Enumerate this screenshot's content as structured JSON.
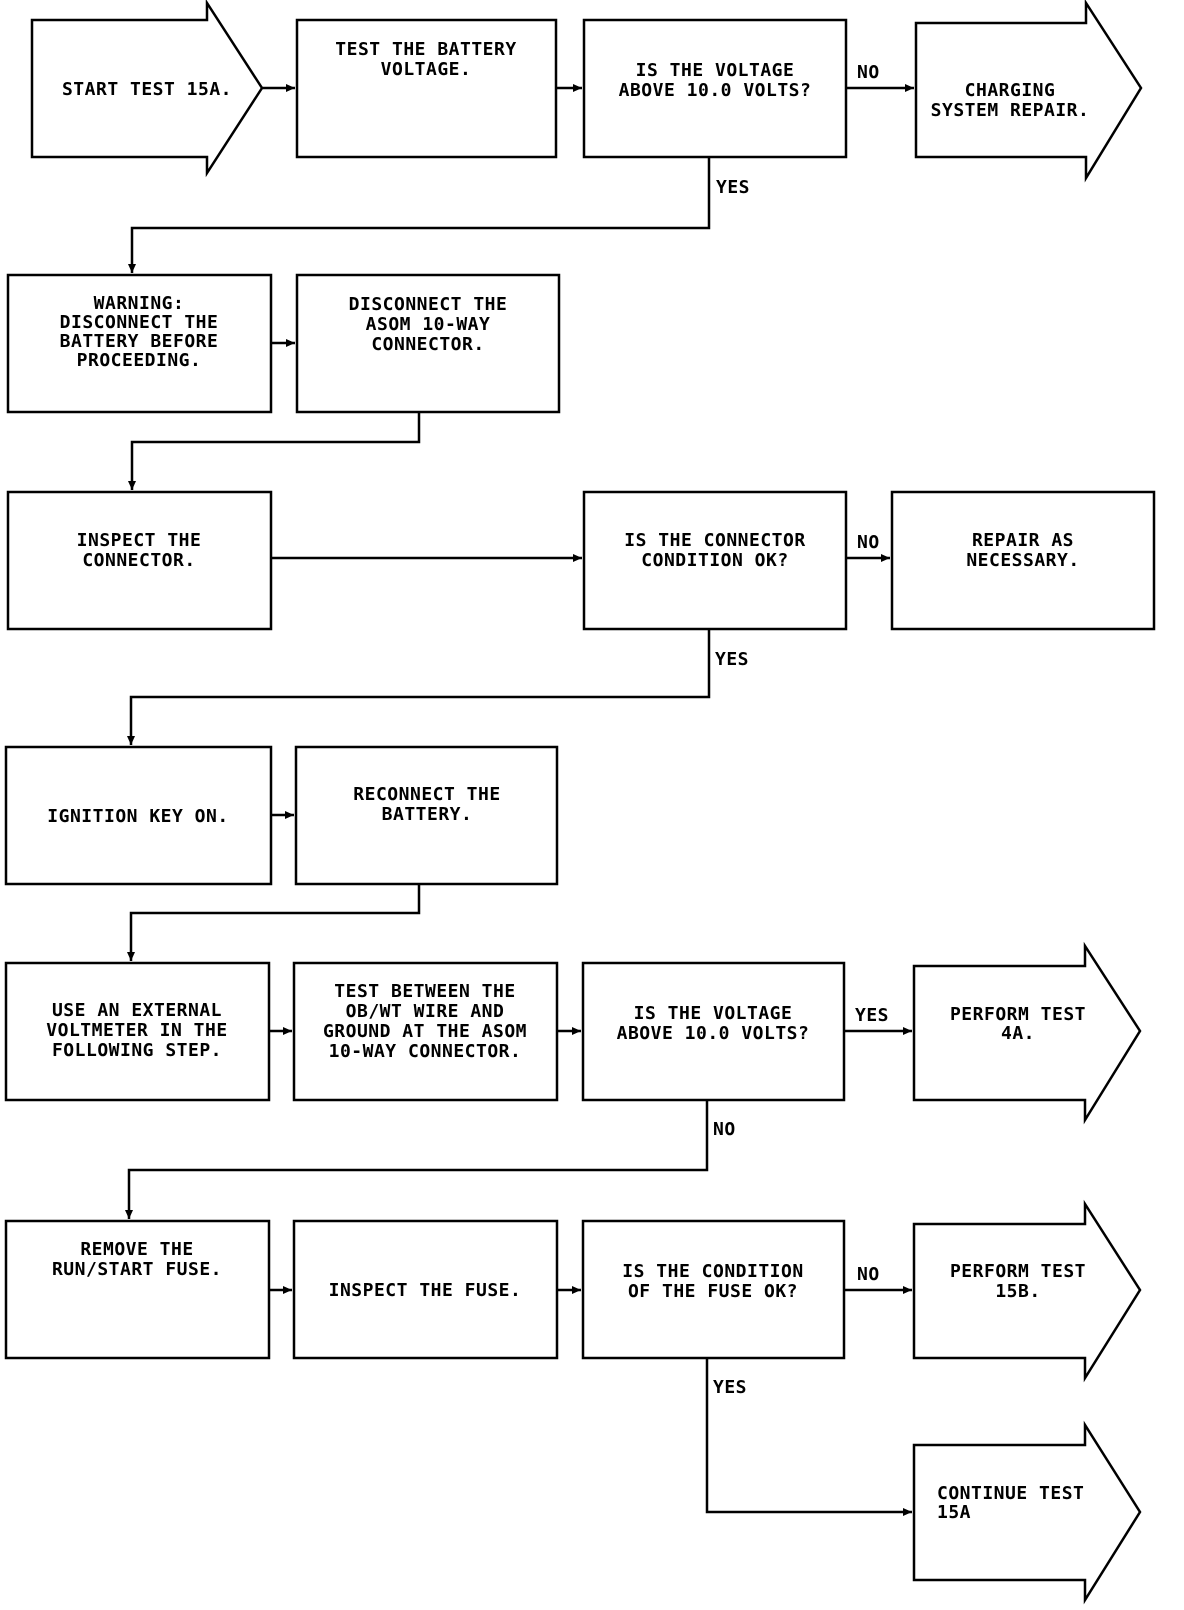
{
  "nodes": {
    "start": [
      "START TEST 15A."
    ],
    "test_battery": [
      "TEST THE BATTERY",
      "VOLTAGE."
    ],
    "decision_voltage_1": [
      "IS THE VOLTAGE",
      "ABOVE 10.0 VOLTS?"
    ],
    "charging_repair": [
      "CHARGING",
      "SYSTEM REPAIR."
    ],
    "warning": [
      "WARNING:",
      "DISCONNECT THE",
      "BATTERY BEFORE",
      "PROCEEDING."
    ],
    "disconnect_asom": [
      "DISCONNECT THE",
      "ASOM 10-WAY",
      "CONNECTOR."
    ],
    "inspect_connector": [
      "INSPECT THE",
      "CONNECTOR."
    ],
    "decision_connector": [
      "IS THE CONNECTOR",
      "CONDITION OK?"
    ],
    "repair": [
      "REPAIR AS",
      "NECESSARY."
    ],
    "ignition": [
      "IGNITION KEY ON."
    ],
    "reconnect": [
      "RECONNECT THE",
      "BATTERY."
    ],
    "use_voltmeter": [
      "USE AN EXTERNAL",
      "VOLTMETER IN THE",
      "FOLLOWING STEP."
    ],
    "test_between": [
      "TEST BETWEEN THE",
      "OB/WT WIRE AND",
      "GROUND AT THE ASOM",
      "10-WAY CONNECTOR."
    ],
    "decision_voltage_2": [
      "IS THE VOLTAGE",
      "ABOVE 10.0 VOLTS?"
    ],
    "perform_4a": [
      "PERFORM TEST",
      "4A."
    ],
    "remove_fuse": [
      "REMOVE THE",
      "RUN/START FUSE."
    ],
    "inspect_fuse": [
      "INSPECT THE FUSE."
    ],
    "decision_fuse": [
      "IS THE CONDITION",
      "OF THE FUSE OK?"
    ],
    "perform_15b": [
      "PERFORM TEST",
      "15B."
    ],
    "continue_15a": [
      "CONTINUE TEST",
      "15A"
    ]
  },
  "edge_labels": {
    "no_1": "NO",
    "yes_1": "YES",
    "no_2": "NO",
    "yes_2": "YES",
    "yes_3": "YES",
    "no_3": "NO",
    "no_4": "NO",
    "yes_4": "YES"
  },
  "colors": {
    "stroke": "#000000",
    "background": "#ffffff"
  }
}
